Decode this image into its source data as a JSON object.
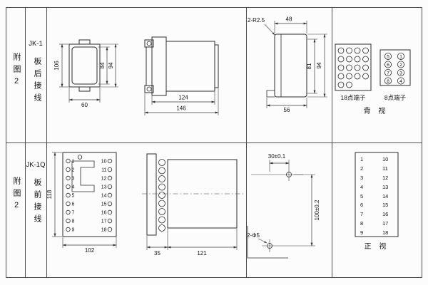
{
  "rows": [
    {
      "fig_label": "附图2",
      "model": "JK-1",
      "wiring": "板后接线",
      "front": {
        "h": "106",
        "h_inner": "84",
        "h_outer": "94",
        "w": "60"
      },
      "side": {
        "body": "124",
        "total": "146"
      },
      "rear": {
        "corner": "2-R2.5",
        "top": "48",
        "inner": "81",
        "outer": "94",
        "bottom": "56"
      },
      "terminals": {
        "t18_label": "18点端子",
        "t8_label": "8点端子",
        "view": "背 视",
        "t8": [
          "5",
          "1",
          "6",
          "2",
          "7",
          "3",
          "8",
          "4"
        ]
      }
    },
    {
      "fig_label": "附图2",
      "model": "JK-1Q",
      "wiring": "板前接线",
      "socket": {
        "h": "118",
        "w": "102",
        "left": [
          "1",
          "2",
          "3",
          "4",
          "5",
          "6",
          "7",
          "8",
          "9"
        ],
        "right": [
          "10",
          "11",
          "12",
          "13",
          "14",
          "15",
          "16",
          "17",
          "18"
        ]
      },
      "side": {
        "flange": "35",
        "body": "121"
      },
      "mount": {
        "h": "30±0.1",
        "v": "100±0.2",
        "holes": "2-Φ5"
      },
      "table": {
        "left": [
          "1",
          "2",
          "3",
          "4",
          "5",
          "6",
          "7",
          "8",
          "9"
        ],
        "right": [
          "10",
          "11",
          "12",
          "13",
          "14",
          "15",
          "16",
          "17",
          "18"
        ],
        "view": "正 视"
      }
    }
  ]
}
